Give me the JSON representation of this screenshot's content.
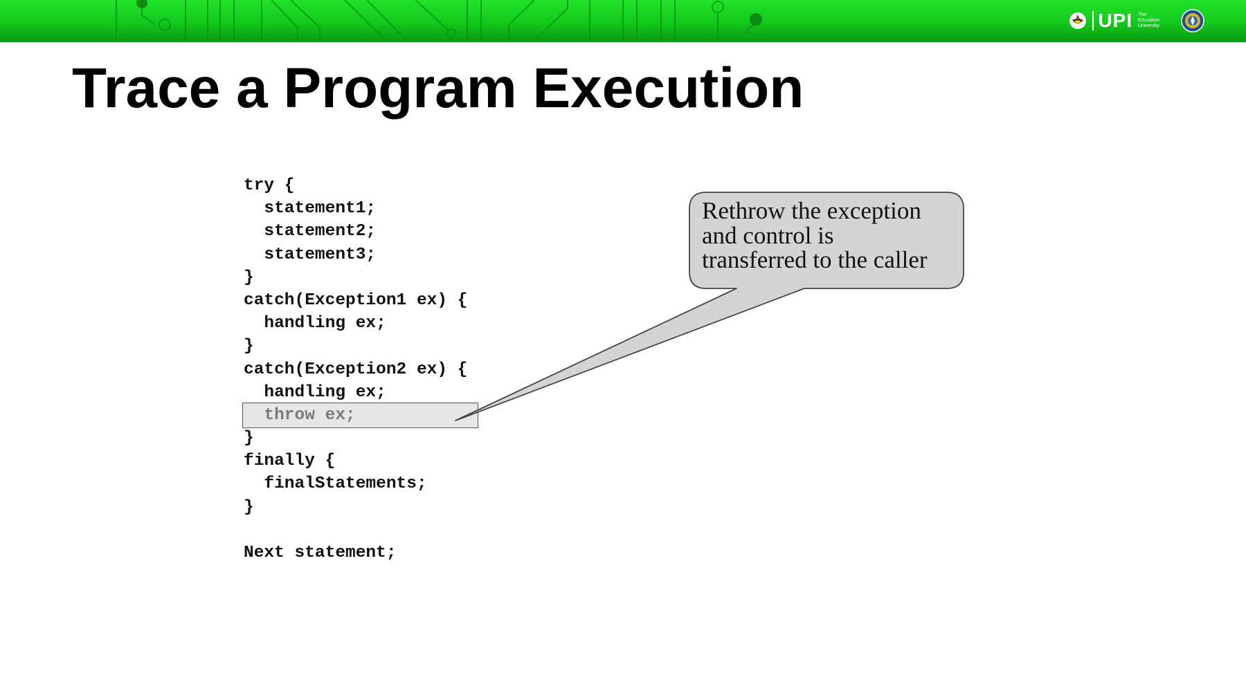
{
  "header": {
    "brand_name": "UPI",
    "brand_tagline": "The Education University",
    "logo_icon": "upi-flower-icon",
    "crest_icon": "university-crest-icon",
    "colors": {
      "banner": "#12c81c",
      "banner_dark": "#0a9a12"
    }
  },
  "slide": {
    "title": "Trace a Program Execution"
  },
  "code": {
    "lines": [
      "try {",
      "  statement1;",
      "  statement2;",
      "  statement3;",
      "}",
      "catch(Exception1 ex) {",
      "  handling ex;",
      "}",
      "catch(Exception2 ex) {",
      "  handling ex;",
      "  throw ex;",
      "}",
      "finally {",
      "  finalStatements;",
      "}",
      "",
      "Next statement;"
    ],
    "highlighted_line": "  throw ex;"
  },
  "callout": {
    "lines": [
      "Rethrow the exception",
      "and control is",
      "transferred to the caller"
    ],
    "colors": {
      "fill": "#d4d4d4",
      "stroke": "#444444"
    }
  }
}
